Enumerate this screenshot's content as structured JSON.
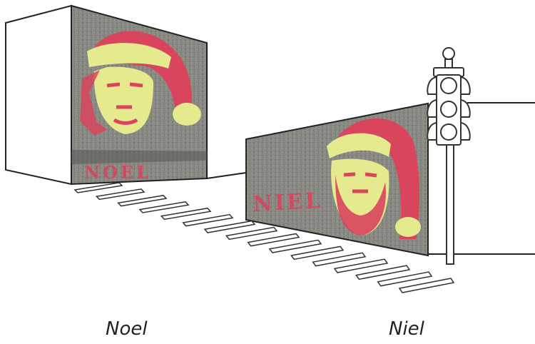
{
  "left_wall": {
    "stencil_text": "NOEL",
    "caption": "Noel"
  },
  "right_wall": {
    "stencil_text": "NIEL",
    "caption": "Niel"
  },
  "colors": {
    "stencil_red": "#d8455c",
    "stencil_yellow": "#e6ea8e",
    "concrete": "#8a8a84",
    "concrete_dark": "#6b6b66",
    "line": "#222222"
  },
  "crosswalk": {
    "stripe_count": 16
  },
  "icons": [
    "traffic-light-icon"
  ]
}
